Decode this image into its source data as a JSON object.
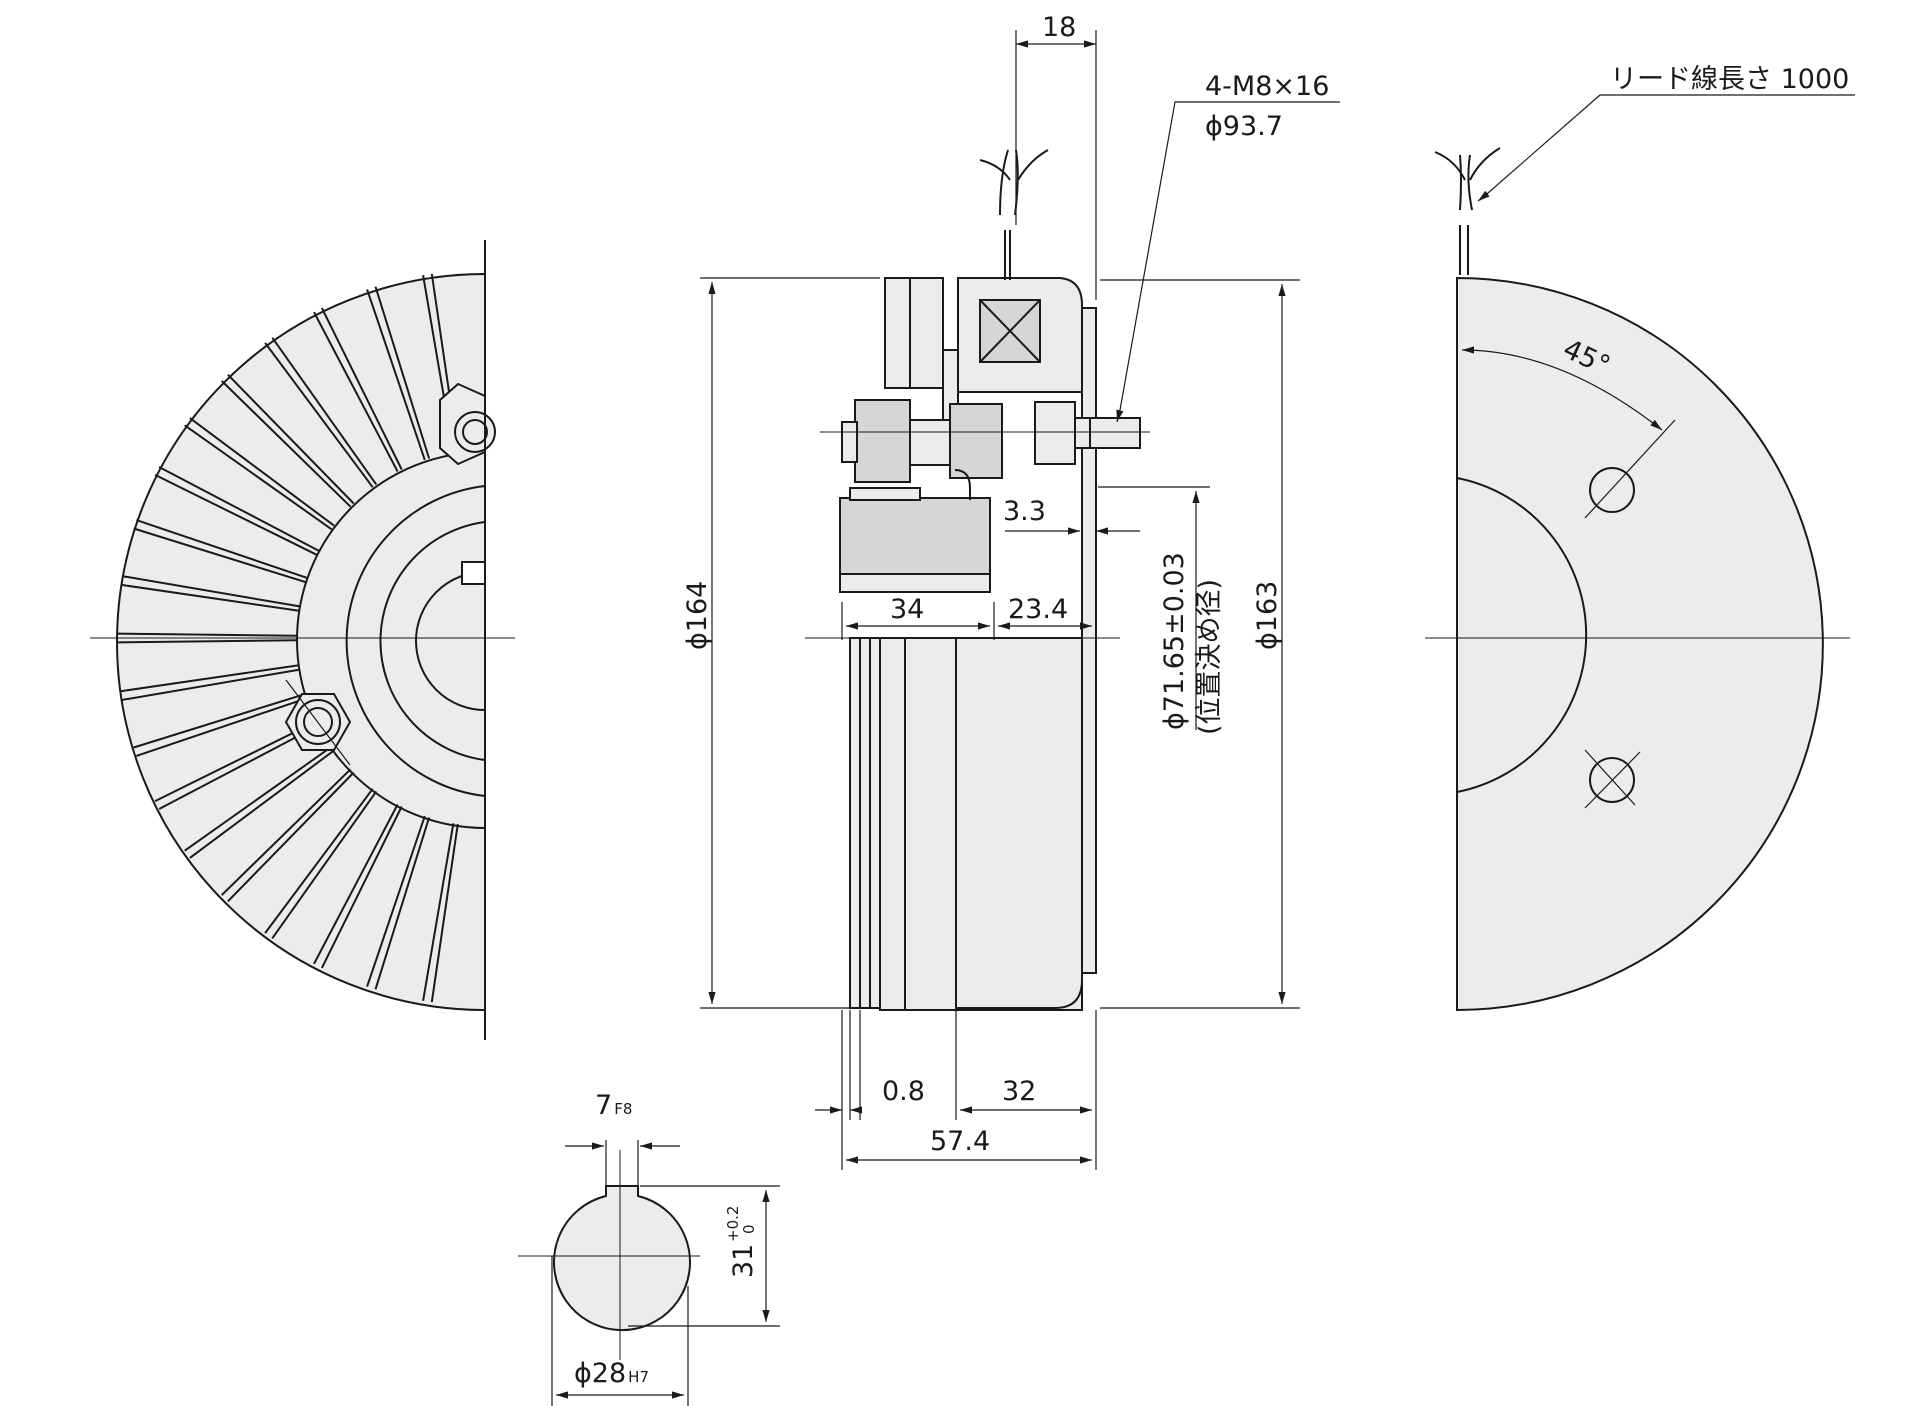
{
  "labels": {
    "d18": "18",
    "bolt": "4-M8×16",
    "bolt_pcd": "ϕ93.7",
    "lead": "リード線長さ 1000",
    "angle": "45°",
    "d164": "ϕ164",
    "d163": "ϕ163",
    "d3_3": "3.3",
    "d34": "34",
    "d23_4": "23.4",
    "d71_65": "ϕ71.65±0.03",
    "d71_65_note": "(位置決め径)",
    "d0_8": "0.8",
    "d32": "32",
    "d57_4": "57.4",
    "key_w": "7",
    "key_w_tol": "F8",
    "bore": "ϕ28",
    "bore_tol": "H7",
    "key_h": "31",
    "key_h_tol_up": "+0.2",
    "key_h_tol_low": "0"
  },
  "colors": {
    "line": "#1a1a1a",
    "fill_light": "#ececec",
    "fill_dark": "#d6d6d6",
    "background": "#ffffff"
  }
}
